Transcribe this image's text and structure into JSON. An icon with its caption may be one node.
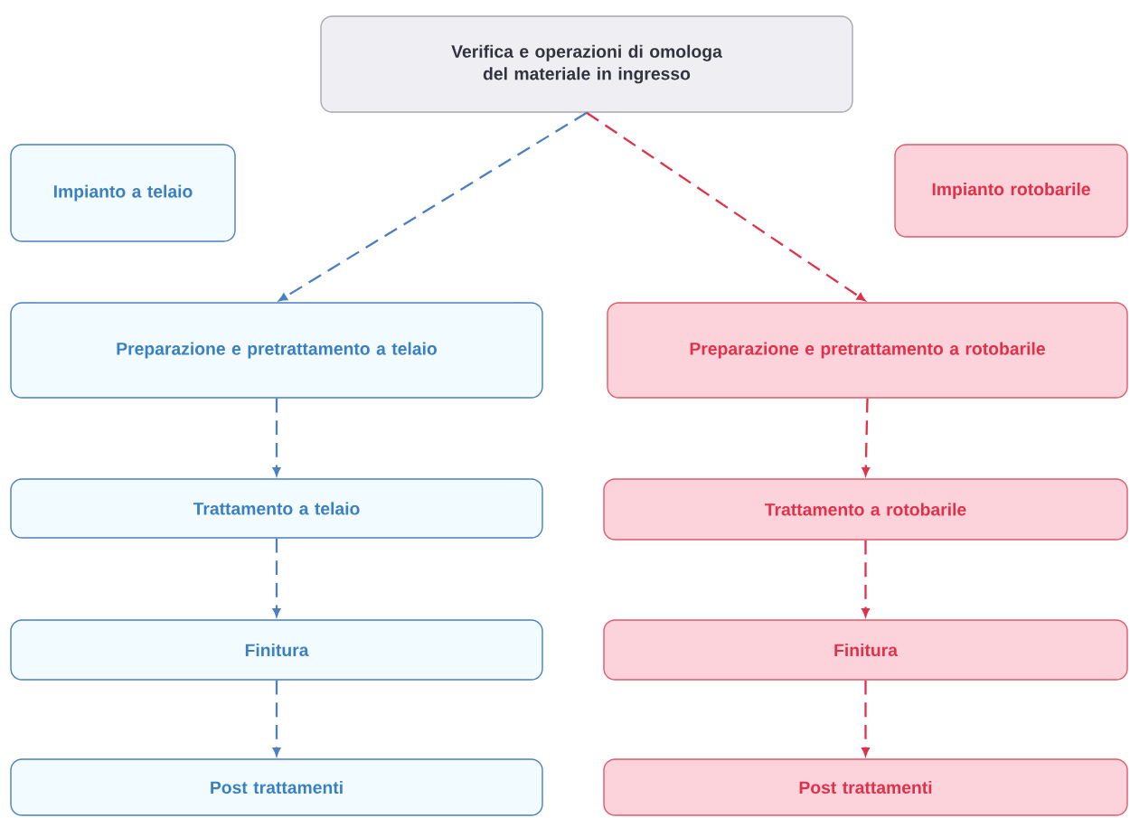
{
  "diagram": {
    "nodes": [
      {
        "text": [
          "Verifica e operazioni di omologa del materiale in ingresso"
        ]
      },
      {
        "text": [
          "Impianto a telaio"
        ]
      },
      {
        "text": [
          "Impianto rotobarile"
        ]
      },
      {
        "text": [
          "Preparazione e pretrattamento a telaio"
        ]
      },
      {
        "text": [
          "Preparazione e pretrattamento a rotobarile"
        ]
      },
      {
        "text": [
          "Trattamento a telaio"
        ]
      },
      {
        "text": [
          "Trattamento a rotobarile"
        ]
      },
      {
        "text": [
          "Finitura"
        ]
      },
      {
        "text": [
          "Finitura"
        ]
      },
      {
        "text": [
          "Post trattamenti"
        ]
      },
      {
        "text": [
          "Post trattamenti"
        ]
      }
    ],
    "edges": [
      {
        "from": 0,
        "to": 3,
        "arrow": "to",
        "style": "dashed",
        "color": "#4a7fc1"
      },
      {
        "from": 0,
        "to": 4,
        "arrow": "to",
        "style": "dashed",
        "color": "#e0304a"
      },
      {
        "from": 3,
        "to": 5,
        "arrow": "to",
        "style": "dashed",
        "color": "#4a7fc1"
      },
      {
        "from": 5,
        "to": 7,
        "arrow": "to",
        "style": "dashed",
        "color": "#4a7fc1"
      },
      {
        "from": 7,
        "to": 9,
        "arrow": "to",
        "style": "dashed",
        "color": "#4a7fc1"
      },
      {
        "from": 4,
        "to": 6,
        "arrow": "to",
        "style": "dashed",
        "color": "#e0304a"
      },
      {
        "from": 6,
        "to": 8,
        "arrow": "to",
        "style": "dashed",
        "color": "#e0304a"
      },
      {
        "from": 8,
        "to": 10,
        "arrow": "to",
        "style": "dashed",
        "color": "#e0304a"
      }
    ]
  }
}
